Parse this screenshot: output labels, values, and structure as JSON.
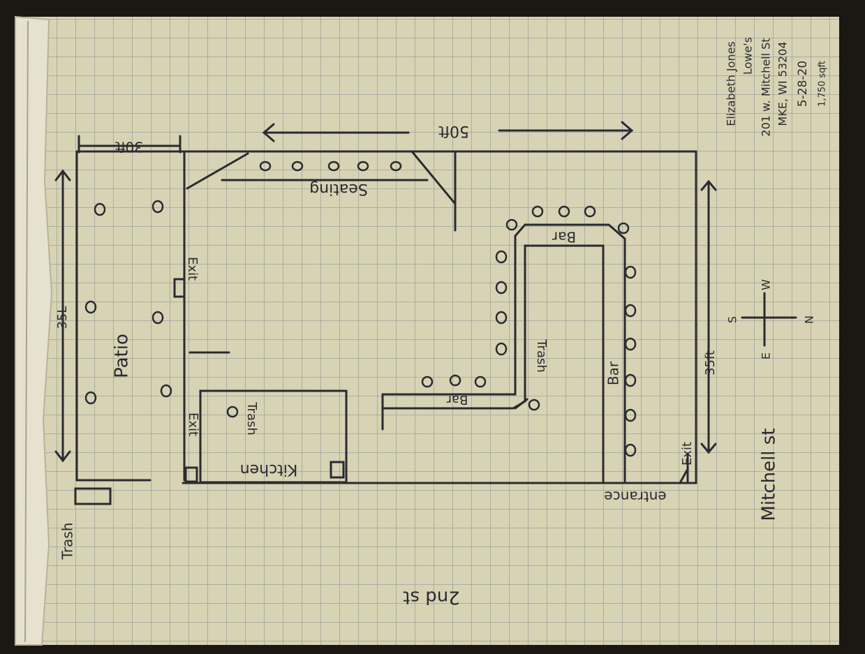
{
  "paper": {
    "background": "#1b1713",
    "paper_color": "#d8d3b4",
    "grid_color": "#8f9a96",
    "ink_color": "#2a2a30"
  },
  "header": {
    "name": "Elizabeth Jones",
    "business": "Lowe's",
    "address": "201 w. Mitchell St",
    "city_zip": "MKE, WI 53204",
    "date": "5-28-20",
    "area": "1,750 sqft"
  },
  "dimensions": {
    "top_width": "50ft",
    "patio_width": "30ft",
    "left_length": "35L",
    "right_length": "35ft"
  },
  "labels": {
    "patio": "Patio",
    "seating": "Seating",
    "bar_top": "Bar",
    "bar_right": "Bar",
    "bar_small": "Bar",
    "trash_bar": "Trash",
    "kitchen": "Kitchen",
    "kitchen_trash": "Trash",
    "exit_upper": "Exit",
    "exit_lower": "Exit",
    "exit_entrance": "Exit",
    "entrance": "entrance",
    "street_east": "Mitchell st",
    "street_north": "2nd st",
    "outside_trash": "Trash"
  },
  "compass": {
    "n": "N",
    "s": "S",
    "e": "E",
    "w": "W"
  }
}
